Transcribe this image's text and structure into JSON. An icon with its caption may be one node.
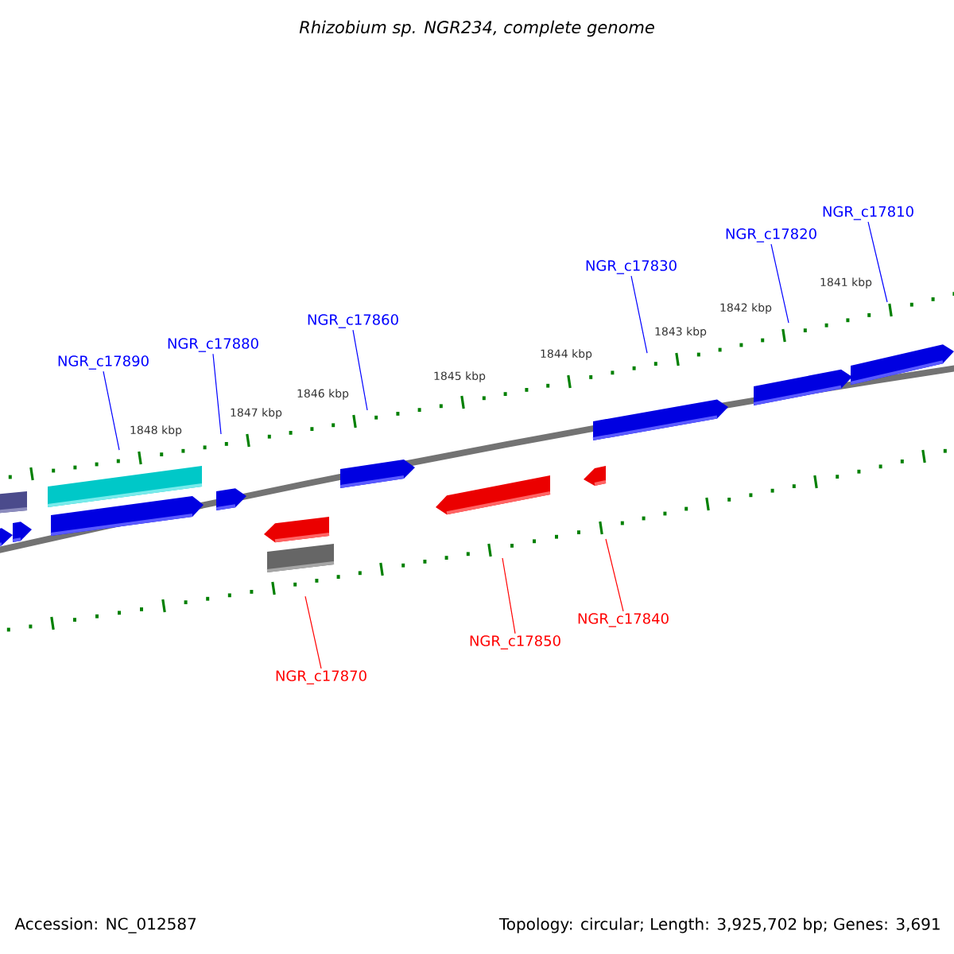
{
  "diagram": {
    "title": "Rhizobium sp. NGR234, complete genome",
    "nodes": [
      {
        "text": [
          "NGR_c17890"
        ]
      },
      {
        "text": [
          "NGR_c17880"
        ]
      },
      {
        "text": [
          "NGR_c17860"
        ]
      },
      {
        "text": [
          "NGR_c17830"
        ]
      },
      {
        "text": [
          "NGR_c17820"
        ]
      },
      {
        "text": [
          "NGR_c17810"
        ]
      },
      {
        "text": [
          "NGR_c17870"
        ]
      },
      {
        "text": [
          "NGR_c17850"
        ]
      },
      {
        "text": [
          "NGR_c17840"
        ]
      }
    ],
    "edges": [
      {
        "from": 0,
        "to": null,
        "arrow": "none"
      },
      {
        "from": 1,
        "to": null,
        "arrow": "none"
      },
      {
        "from": 2,
        "to": null,
        "arrow": "none"
      },
      {
        "from": 3,
        "to": null,
        "arrow": "none"
      },
      {
        "from": 4,
        "to": null,
        "arrow": "none"
      },
      {
        "from": 5,
        "to": null,
        "arrow": "none"
      },
      {
        "from": 6,
        "to": null,
        "arrow": "none",
        "color": "#ff0000"
      },
      {
        "from": 7,
        "to": null,
        "arrow": "none",
        "color": "#ff0000"
      },
      {
        "from": 8,
        "to": null,
        "arrow": "none",
        "color": "#ff0000"
      }
    ],
    "labels": [
      "1848 kbp",
      "1847 kbp",
      "1846 kbp",
      "1845 kbp",
      "1844 kbp",
      "1843 kbp",
      "1842 kbp",
      "1841 kbp",
      "Accession: NC_012587",
      "Topology: circular; Length: 3,925,702 bp; Genes: 3,691"
    ]
  }
}
